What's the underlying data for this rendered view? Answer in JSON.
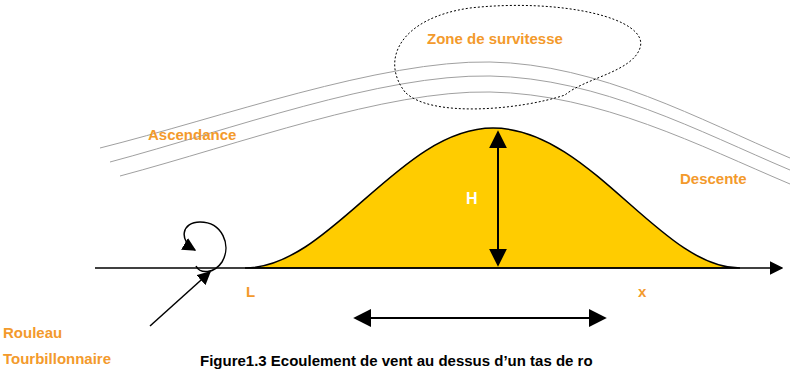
{
  "diagram": {
    "caption": "Figure1.3 Ecoulement de vent au dessus d’un tas de ro",
    "labels": [
      "Zone de survitesse",
      "Ascendance",
      "H",
      "Descente",
      "L",
      "x",
      "Rouleau Tourbillonnaire"
    ]
  }
}
